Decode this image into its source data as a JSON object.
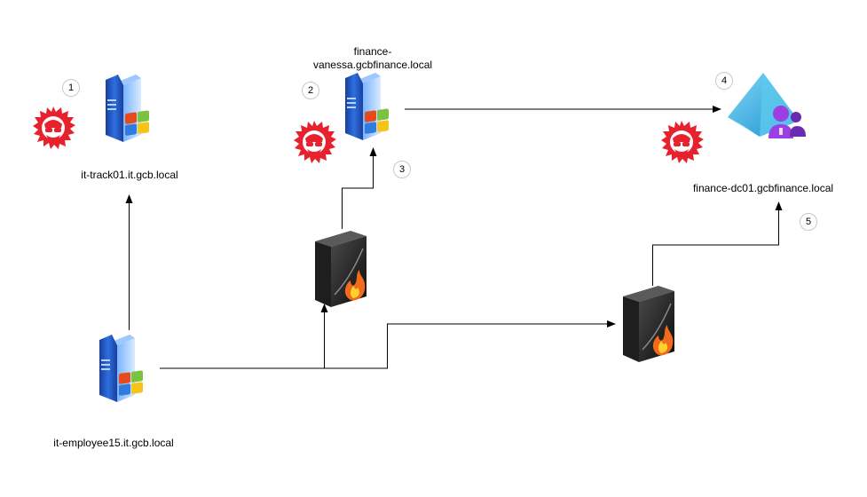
{
  "nodes": {
    "it_track01": {
      "label": "it-track01.it.gcb.local",
      "icon": "windows-server-icon"
    },
    "finance_vanessa": {
      "label_line1": "finance-",
      "label_line2": "vanessa.gcbfinance.local",
      "icon": "windows-server-icon"
    },
    "finance_dc01": {
      "label": "finance-dc01.gcbfinance.local",
      "icon": "active-directory-icon"
    },
    "it_employee15": {
      "label": "it-employee15.it.gcb.local",
      "icon": "windows-server-icon"
    },
    "firewall_1": {
      "icon": "firewall-icon"
    },
    "firewall_2": {
      "icon": "firewall-icon"
    }
  },
  "steps": [
    "1",
    "2",
    "3",
    "4",
    "5"
  ],
  "markers": [
    "compromised-icon",
    "compromised-icon",
    "compromised-icon"
  ],
  "colors": {
    "compromised": "#e8212e",
    "edge": "#000000",
    "step_border": "#c8c8c8",
    "ad_blue": "#3fb8e8",
    "ad_purple": "#9b3fe0"
  }
}
